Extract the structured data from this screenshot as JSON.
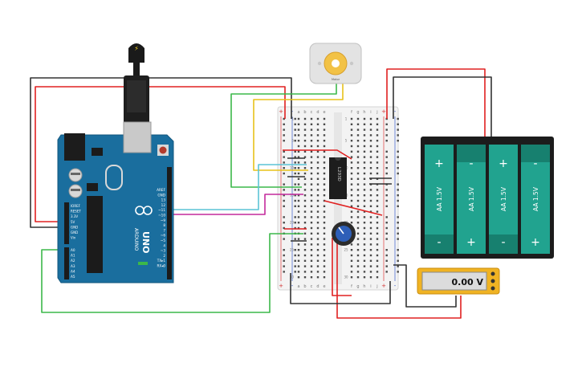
{
  "arduino": {
    "brand": "ARDUINO",
    "model": "UNO",
    "reset_label": "RESET",
    "digital_header": [
      "AREF",
      "GND",
      "13",
      "12",
      "~11",
      "~10",
      "~9",
      "8",
      "7",
      "~6",
      "~5",
      "4",
      "~3",
      "2",
      "TX▸1",
      "RX◂0"
    ],
    "power_header": [
      "IOREF",
      "RESET",
      "3.3V",
      "5V",
      "GND",
      "GND",
      "Vin"
    ],
    "analog_header": [
      "A0",
      "A1",
      "A2",
      "A3",
      "A4",
      "A5"
    ]
  },
  "breadboard": {
    "columns_left": [
      "a",
      "b",
      "c",
      "d",
      "e"
    ],
    "columns_right": [
      "f",
      "g",
      "h",
      "i",
      "j"
    ],
    "row_numbers": [
      "1",
      "5",
      "10",
      "15",
      "20",
      "25",
      "30"
    ],
    "rail_plus": "+",
    "rail_minus": "-"
  },
  "motor_driver_ic": {
    "label": "L293D"
  },
  "dc_motor": {
    "label": "Motor"
  },
  "potentiometer": {
    "label": ""
  },
  "battery_pack": {
    "cells": [
      {
        "label": "AA 1.5V",
        "top": "+",
        "bottom": "-"
      },
      {
        "label": "AA 1.5V",
        "top": "-",
        "bottom": "+"
      },
      {
        "label": "AA 1.5V",
        "top": "+",
        "bottom": "-"
      },
      {
        "label": "AA 1.5V",
        "top": "-",
        "bottom": "+"
      }
    ]
  },
  "multimeter": {
    "reading": "0.00 V"
  },
  "colors": {
    "arduino_blue": "#1a6e9e",
    "wire_red": "#e02020",
    "wire_black": "#333333",
    "wire_green": "#3cb84a",
    "wire_yellow": "#e8c21a",
    "wire_cyan": "#5bc4d6",
    "wire_magenta": "#c42a9c",
    "battery_teal": "#21a38f",
    "multimeter_yellow": "#f0b323"
  }
}
